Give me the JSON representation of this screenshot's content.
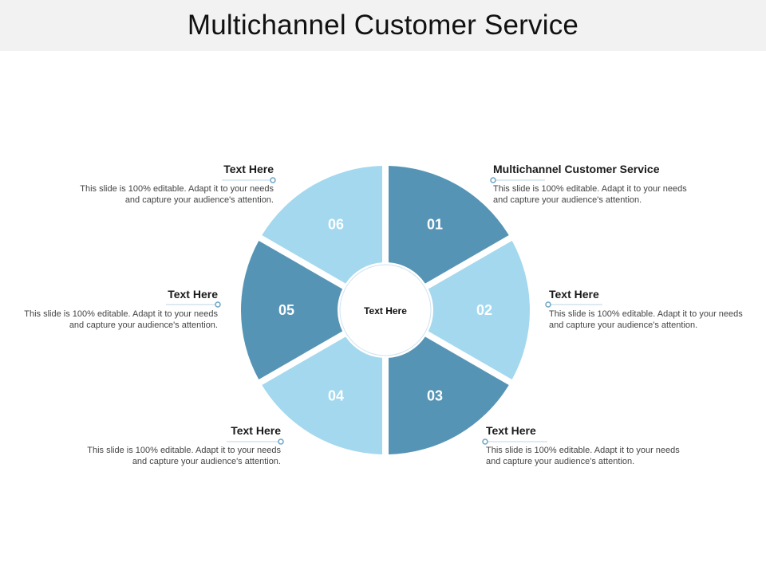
{
  "title": "Multichannel Customer Service",
  "colors": {
    "dark_segment": "#5694b5",
    "light_segment": "#a3d8ef",
    "connector": "#6aa6c8",
    "title_bar": "#f2f2f2"
  },
  "center": {
    "label": "Text Here"
  },
  "segments": [
    {
      "number": "01",
      "tone": "dark"
    },
    {
      "number": "02",
      "tone": "light"
    },
    {
      "number": "03",
      "tone": "dark"
    },
    {
      "number": "04",
      "tone": "light"
    },
    {
      "number": "05",
      "tone": "dark"
    },
    {
      "number": "06",
      "tone": "light"
    }
  ],
  "callouts": [
    {
      "segment": "01",
      "heading": "Multichannel Customer Service",
      "body": "This slide is 100% editable. Adapt it to your needs and capture your audience's attention."
    },
    {
      "segment": "02",
      "heading": "Text Here",
      "body": "This slide is 100% editable. Adapt it to your needs and capture your audience's attention."
    },
    {
      "segment": "03",
      "heading": "Text Here",
      "body": "This slide is 100% editable. Adapt it to your needs and capture your audience's attention."
    },
    {
      "segment": "04",
      "heading": "Text Here",
      "body": "This slide is 100% editable. Adapt it to your needs and capture your audience's attention."
    },
    {
      "segment": "05",
      "heading": "Text Here",
      "body": "This slide is 100% editable. Adapt it to your needs and capture your audience's attention."
    },
    {
      "segment": "06",
      "heading": "Text Here",
      "body": "This slide is 100% editable. Adapt it to your needs and capture your audience's attention."
    }
  ]
}
